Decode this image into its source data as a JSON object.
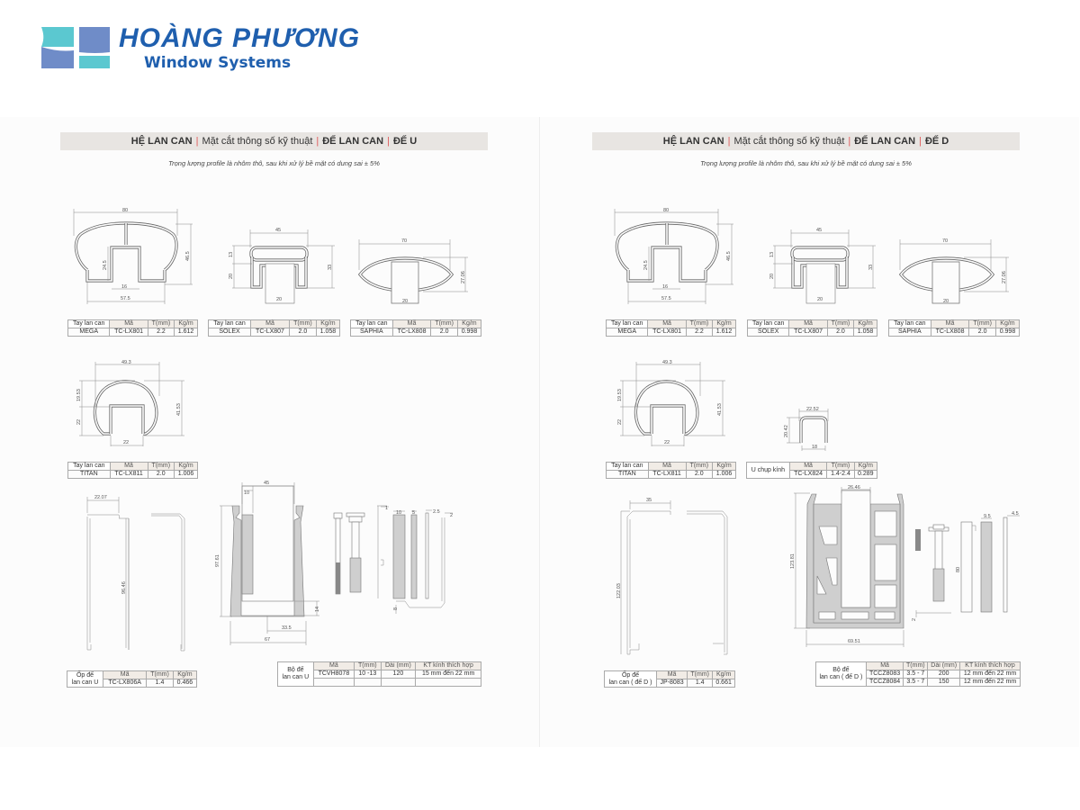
{
  "brand": {
    "name": "HOÀNG PHƯƠNG",
    "tagline": "Window Systems",
    "colors": {
      "teal": "#5bc8d0",
      "blue": "#6f8cc8",
      "text": "#1f5fae"
    }
  },
  "profiles": {
    "mega": {
      "width": "80",
      "height": "46.5",
      "inner": "24.5",
      "stem": "16",
      "base": "57.5"
    },
    "solex": {
      "width": "45",
      "top": "13",
      "leg": "20",
      "height": "33",
      "stem": "20"
    },
    "saphia": {
      "width": "70",
      "height": "27.06",
      "stem": "20"
    },
    "titan": {
      "width": "49.3",
      "arc": "19.53",
      "leg": "22",
      "height": "41.53",
      "stem": "22"
    }
  },
  "pages": [
    {
      "header": {
        "system": "HỆ LAN CAN",
        "section": "Mặt cắt thông số kỹ thuật",
        "category": "ĐẾ LAN CAN",
        "type": "ĐẾ U"
      },
      "note": "Trọng lượng profile là nhôm thô, sau khi xử lý bề mặt có dung sai ± 5%",
      "dims": {
        "cover_width": "22.07",
        "cover_height": "96.46",
        "base_top": "45",
        "base_slot": "10",
        "base_height": "97.61",
        "base_foot": "14",
        "base_half": "33.5",
        "base_width": "67",
        "strip_1": "1",
        "strip_10": "10",
        "strip_5": "5",
        "strip_25": "2.5",
        "strip_2": "2",
        "strip_8": "8"
      },
      "tables": [
        {
          "label": "Tay lan can",
          "name": "MEGA",
          "headers": [
            "Mã",
            "T(mm)",
            "Kg/m"
          ],
          "rows": [
            [
              "TC-LX801",
              "2.2",
              "1.612"
            ]
          ]
        },
        {
          "label": "Tay lan can",
          "name": "SOLEX",
          "headers": [
            "Mã",
            "T(mm)",
            "Kg/m"
          ],
          "rows": [
            [
              "TC-LX807",
              "2.0",
              "1.058"
            ]
          ]
        },
        {
          "label": "Tay lan can",
          "name": "SAPHIA",
          "headers": [
            "Mã",
            "T(mm)",
            "Kg/m"
          ],
          "rows": [
            [
              "TC-LX808",
              "2.0",
              "0.998"
            ]
          ]
        },
        {
          "label": "Tay lan can",
          "name": "TITAN",
          "headers": [
            "Mã",
            "T(mm)",
            "Kg/m"
          ],
          "rows": [
            [
              "TC-LX811",
              "2.0",
              "1.006"
            ]
          ]
        },
        {
          "label_lines": [
            "Ốp đế",
            "lan can U"
          ],
          "headers": [
            "Mã",
            "T(mm)",
            "Kg/m"
          ],
          "rows": [
            [
              "TC-LX806A",
              "1.4",
              "0.466"
            ]
          ]
        },
        {
          "label_lines": [
            "Bộ đế",
            "lan can U"
          ],
          "headers": [
            "Mã",
            "T(mm)",
            "Dài (mm)",
            "KT kính thích hợp"
          ],
          "rows": [
            [
              "TCVH8078",
              "10 -13",
              "120",
              "15 mm đến 22 mm"
            ],
            [
              "",
              "",
              "",
              ""
            ]
          ]
        }
      ]
    },
    {
      "header": {
        "system": "HỆ LAN CAN",
        "section": "Mặt cắt thông số kỹ thuật",
        "category": "ĐẾ LAN CAN",
        "type": "ĐẾ D"
      },
      "note": "Trọng lượng profile là nhôm thô, sau khi xử lý bề mặt có dung sai ± 5%",
      "dims": {
        "cap_width": "22.52",
        "cap_height": "20.42",
        "cap_inner": "18",
        "cover_width": "35",
        "cover_height": "122.03",
        "base_top": "26.46",
        "base_height": "123.81",
        "base_width": "69.51",
        "pin": "2",
        "strip_80": "80",
        "strip_95": "9.5",
        "strip_45": "4.5"
      },
      "tables": [
        {
          "label": "Tay lan can",
          "name": "MEGA",
          "headers": [
            "Mã",
            "T(mm)",
            "Kg/m"
          ],
          "rows": [
            [
              "TC-LX801",
              "2.2",
              "1.612"
            ]
          ]
        },
        {
          "label": "Tay lan can",
          "name": "SOLEX",
          "headers": [
            "Mã",
            "T(mm)",
            "Kg/m"
          ],
          "rows": [
            [
              "TC-LX807",
              "2.0",
              "1.058"
            ]
          ]
        },
        {
          "label": "Tay lan can",
          "name": "SAPHIA",
          "headers": [
            "Mã",
            "T(mm)",
            "Kg/m"
          ],
          "rows": [
            [
              "TC-LX808",
              "2.0",
              "0.998"
            ]
          ]
        },
        {
          "label": "Tay lan can",
          "name": "TITAN",
          "headers": [
            "Mã",
            "T(mm)",
            "Kg/m"
          ],
          "rows": [
            [
              "TC-LX811",
              "2.0",
              "1.006"
            ]
          ]
        },
        {
          "label_lines": [
            "U chụp kính"
          ],
          "headers": [
            "Mã",
            "T(mm)",
            "Kg/m"
          ],
          "rows": [
            [
              "TC-LX824",
              "1.4-2.4",
              "0.289"
            ]
          ]
        },
        {
          "label_lines": [
            "Ốp đế",
            "lan can ( đế D )"
          ],
          "headers": [
            "Mã",
            "T(mm)",
            "Kg/m"
          ],
          "rows": [
            [
              "JP-8083",
              "1.4",
              "0.661"
            ]
          ]
        },
        {
          "label_lines": [
            "Bộ đế",
            "lan can ( đế D )"
          ],
          "headers": [
            "Mã",
            "T(mm)",
            "Dài (mm)",
            "KT kính thích hợp"
          ],
          "rows": [
            [
              "TCCZ8083",
              "3.5 - 7",
              "200",
              "12 mm đến 22 mm"
            ],
            [
              "TCCZ8084",
              "3.5 - 7",
              "150",
              "12 mm đến 22 mm"
            ]
          ]
        }
      ]
    }
  ]
}
